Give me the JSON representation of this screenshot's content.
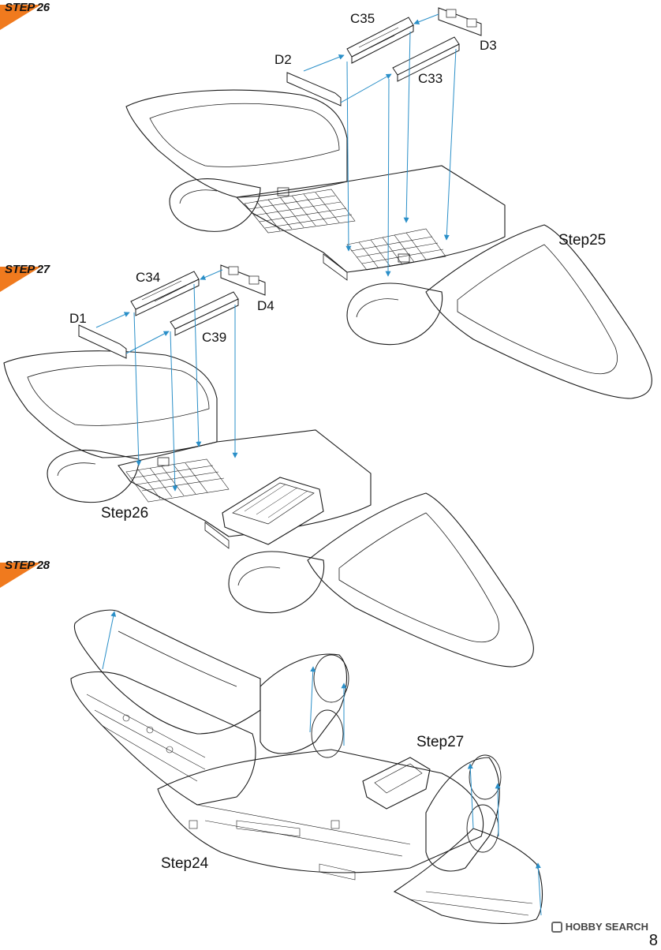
{
  "steps": [
    {
      "badge_word": "STEP",
      "badge_number": "26",
      "parts": [
        "C35",
        "D3",
        "D2",
        "C33"
      ],
      "reference": "Step25"
    },
    {
      "badge_word": "STEP",
      "badge_number": "27",
      "parts": [
        "C34",
        "D4",
        "D1",
        "C39"
      ],
      "reference": "Step26"
    },
    {
      "badge_word": "STEP",
      "badge_number": "28",
      "references": [
        "Step27",
        "Step24"
      ]
    }
  ],
  "watermark": {
    "text": "HOBBY SEARCH",
    "logo_icon": "hobbysearch-logo-icon"
  },
  "page_number": "8",
  "colors": {
    "badge_orange": "#f07a1e",
    "arrow_blue": "#2a8fc8",
    "line": "#1a1a1a"
  }
}
